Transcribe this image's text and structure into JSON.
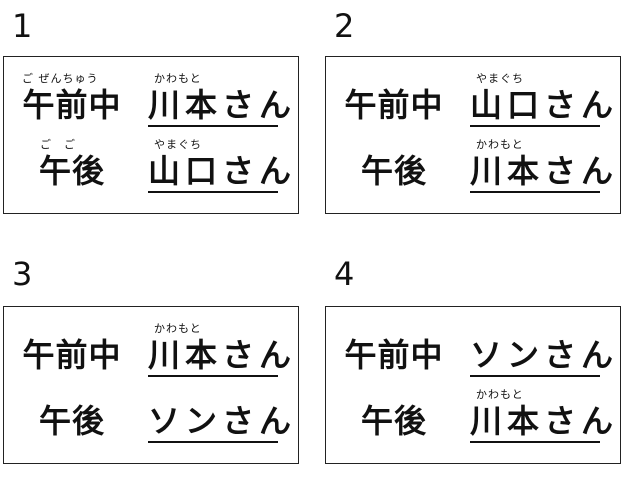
{
  "options": [
    {
      "number": "1",
      "rows": [
        {
          "time": "午前中",
          "time_ruby": "ご ぜんちゅう",
          "name": "川本さん",
          "name_ruby": "かわもと"
        },
        {
          "time": "午後",
          "time_ruby": "ご　ご",
          "name": "山口さん",
          "name_ruby": "やまぐち"
        }
      ]
    },
    {
      "number": "2",
      "rows": [
        {
          "time": "午前中",
          "time_ruby": "",
          "name": "山口さん",
          "name_ruby": "やまぐち"
        },
        {
          "time": "午後",
          "time_ruby": "",
          "name": "川本さん",
          "name_ruby": "かわもと"
        }
      ]
    },
    {
      "number": "3",
      "rows": [
        {
          "time": "午前中",
          "time_ruby": "",
          "name": "川本さん",
          "name_ruby": "かわもと"
        },
        {
          "time": "午後",
          "time_ruby": "",
          "name": "ソンさん",
          "name_ruby": ""
        }
      ]
    },
    {
      "number": "4",
      "rows": [
        {
          "time": "午前中",
          "time_ruby": "",
          "name": "ソンさん",
          "name_ruby": ""
        },
        {
          "time": "午後",
          "time_ruby": "",
          "name": "川本さん",
          "name_ruby": "かわもと"
        }
      ]
    }
  ]
}
